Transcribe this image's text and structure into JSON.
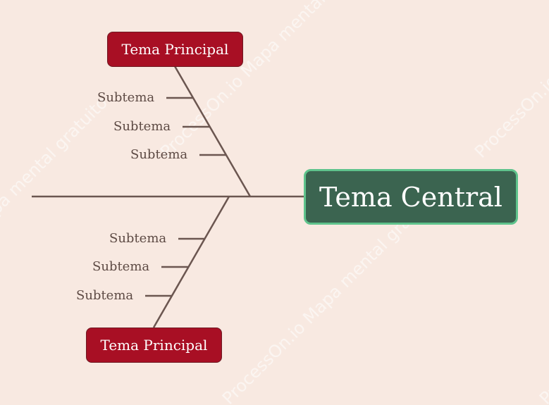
{
  "central_topic": {
    "label": "Tema Central"
  },
  "main_topics": [
    {
      "label": "Tema Principal",
      "subtopics": [
        "Subtema",
        "Subtema",
        "Subtema"
      ]
    },
    {
      "label": "Tema Principal",
      "subtopics": [
        "Subtema",
        "Subtema",
        "Subtema"
      ]
    }
  ],
  "watermarks": [
    "ProcessOn.io Mapa mental gratuito",
    "ProcessOn.io Mapa mental gratuito",
    "ProcessOn.io Mapa mental gratuito",
    "ProcessOn.io Mapa mental gratuito",
    "ProcessOn.io Mapa mental gratuito"
  ],
  "colors": {
    "background": "#f8e9e1",
    "main_topic_fill": "#a80f24",
    "central_fill": "#3b6450",
    "central_border": "#5fc38c",
    "line": "#6b5650",
    "subtopic_text": "#5d4a44"
  }
}
